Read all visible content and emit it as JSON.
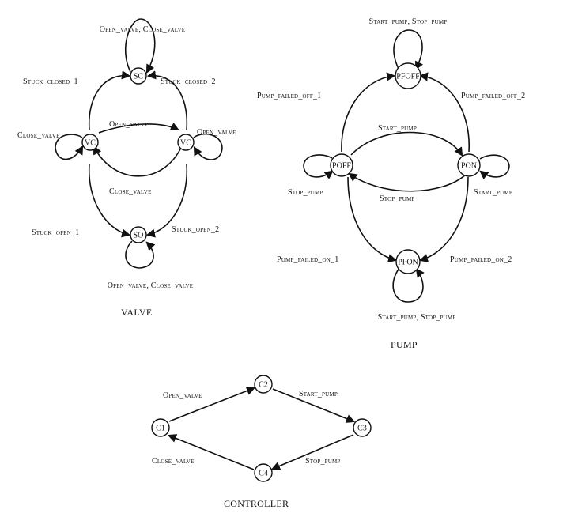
{
  "diagrams": {
    "valve": {
      "title": "VALVE",
      "nodes": {
        "sc": "SC",
        "vc_left": "VC",
        "vc_right": "VC",
        "so": "SO"
      },
      "labels": {
        "sc_loop": "Open_valve, Close_valve",
        "stuck_closed_1": "Stuck_closed_1",
        "stuck_closed_2": "Stuck_closed_2",
        "close_valve_loop": "Close_valve",
        "open_valve_top": "Open_valve",
        "open_valve_loop": "Open_valve",
        "close_valve_bottom": "Close_valve",
        "stuck_open_1": "Stuck_open_1",
        "stuck_open_2": "Stuck_open_2",
        "so_loop": "Open_valve, Close_valve"
      }
    },
    "pump": {
      "title": "PUMP",
      "nodes": {
        "pfoff": "PFOFF",
        "poff": "POFF",
        "pon": "PON",
        "pfon": "PFON"
      },
      "labels": {
        "pfoff_loop": "Start_pump, Stop_pump",
        "failed_off_1": "Pump_failed_off_1",
        "failed_off_2": "Pump_failed_off_2",
        "start_pump_top": "Start_pump",
        "stop_pump_loop": "Stop_pump",
        "stop_pump_bottom": "Stop_pump",
        "start_pump_loop": "Start_pump",
        "failed_on_1": "Pump_failed_on_1",
        "failed_on_2": "Pump_failed_on_2",
        "pfon_loop": "Start_pump, Stop_pump"
      }
    },
    "controller": {
      "title": "CONTROLLER",
      "nodes": {
        "c1": "C1",
        "c2": "C2",
        "c3": "C3",
        "c4": "C4"
      },
      "labels": {
        "open_valve": "Open_valve",
        "start_pump": "Start_pump",
        "stop_pump": "Stop_pump",
        "close_valve": "Close_valve"
      }
    }
  }
}
